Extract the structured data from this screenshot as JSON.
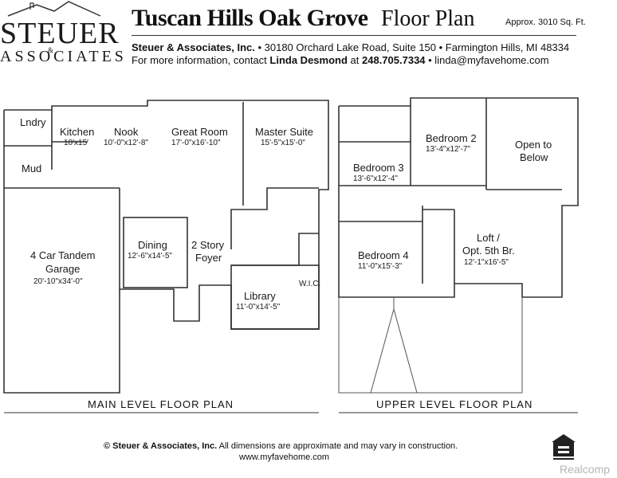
{
  "logo": {
    "word1": "STEUER",
    "amp": "&",
    "word2": "ASSOCIATES"
  },
  "header": {
    "title": "Tuscan Hills Oak Grove",
    "subtitle": "Floor Plan",
    "approx": "Approx. 3010 Sq. Ft.",
    "contact_line1_bold": "Steuer & Associates, Inc.",
    "contact_line1_rest": " • 30180 Orchard Lake Road, Suite 150 • Farmington Hills, MI 48334",
    "contact_line2_pre": "For more information, contact ",
    "contact_name": "Linda Desmond",
    "contact_at": " at ",
    "contact_phone": "248.705.7334",
    "contact_email": " • linda@myfavehome.com"
  },
  "main_level": {
    "label": "MAIN LEVEL FLOOR PLAN",
    "rooms": [
      {
        "name": "Lndry",
        "dims": ""
      },
      {
        "name": "Kitchen",
        "dims": "10'x15'"
      },
      {
        "name": "Nook",
        "dims": "10'-0\"x12'-8\""
      },
      {
        "name": "Great Room",
        "dims": "17'-0\"x16'-10\""
      },
      {
        "name": "Master Suite",
        "dims": "15'-5\"x15'-0\""
      },
      {
        "name": "Mud",
        "dims": ""
      },
      {
        "name": "4 Car Tandem",
        "name2": "Garage",
        "dims": "20'-10\"x34'-0\""
      },
      {
        "name": "Dining",
        "dims": "12'-6\"x14'-5\""
      },
      {
        "name": "2 Story",
        "name2": "Foyer",
        "dims": ""
      },
      {
        "name": "Library",
        "dims": "11'-0\"x14'-5\""
      },
      {
        "name": "W.I.C.",
        "dims": ""
      }
    ]
  },
  "upper_level": {
    "label": "UPPER LEVEL FLOOR PLAN",
    "rooms": [
      {
        "name": "Bedroom 2",
        "dims": "13'-4\"x12'-7\""
      },
      {
        "name": "Open to",
        "name2": "Below",
        "dims": ""
      },
      {
        "name": "Bedroom 3",
        "dims": "13'-6\"x12'-4\""
      },
      {
        "name": "Loft /",
        "name2": "Opt. 5th Br.",
        "dims": "12'-1\"x16'-5\""
      },
      {
        "name": "Bedroom 4",
        "dims": "11'-0\"x15'-3\""
      }
    ]
  },
  "footer": {
    "copyright_bold": "© Steuer & Associates, Inc.",
    "copyright_rest": " All dimensions are approximate and may vary in construction.",
    "website": "www.myfavehome.com"
  },
  "watermark": "Realcomp",
  "colors": {
    "line": "#333333",
    "text": "#111111",
    "watermark": "#b5b5b5"
  }
}
